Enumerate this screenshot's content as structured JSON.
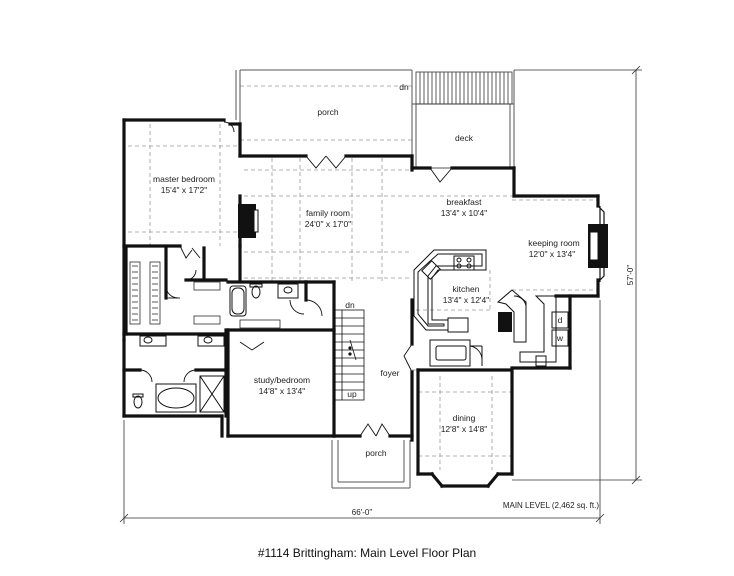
{
  "caption": "#1114 Brittingham: Main Level Floor Plan",
  "level_label": "MAIN LEVEL (2,462 sq. ft.)",
  "dimensions": {
    "width": "66'-0\"",
    "depth": "57'-0\""
  },
  "rooms": {
    "porch_rear": {
      "name": "porch"
    },
    "deck": {
      "name": "deck"
    },
    "master_bedroom": {
      "name": "master bedroom",
      "size": "15'4\" x 17'2\""
    },
    "family_room": {
      "name": "family room",
      "size": "24'0\" x 17'0\""
    },
    "breakfast": {
      "name": "breakfast",
      "size": "13'4\" x 10'4\""
    },
    "keeping_room": {
      "name": "keeping room",
      "size": "12'0\" x 13'4\""
    },
    "kitchen": {
      "name": "kitchen",
      "size": "13'4\" x 12'4\""
    },
    "study_bedroom": {
      "name": "study/bedroom",
      "size": "14'8\" x 13'4\""
    },
    "foyer": {
      "name": "foyer"
    },
    "dining": {
      "name": "dining",
      "size": "12'8\" x 14'8\""
    },
    "porch_front": {
      "name": "porch"
    }
  },
  "stair_labels": {
    "dn_top": "dn",
    "dn_stair": "dn",
    "up": "up"
  },
  "appliances": {
    "dryer": "d",
    "washer": "w"
  }
}
